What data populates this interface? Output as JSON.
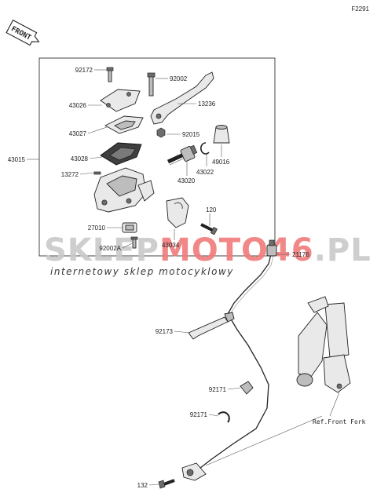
{
  "figure_code": "F2291",
  "front_badge": "FRONT",
  "ref_label": "Ref.Front Fork",
  "watermark": {
    "part1": "SKLEP",
    "part2": "MOTO",
    "part3": "46",
    "part4": ".PL",
    "tagline": "internetowy sklep motocyklowy",
    "gray": "#c9c9c9",
    "red": "#f07b7b"
  },
  "parts": [
    {
      "id": "p92172",
      "number": "92172"
    },
    {
      "id": "p92002",
      "number": "92002"
    },
    {
      "id": "p43026",
      "number": "43026"
    },
    {
      "id": "p13236",
      "number": "13236"
    },
    {
      "id": "p43027",
      "number": "43027"
    },
    {
      "id": "p92015",
      "number": "92015"
    },
    {
      "id": "p49016",
      "number": "49016"
    },
    {
      "id": "p43015",
      "number": "43015"
    },
    {
      "id": "p43028",
      "number": "43028"
    },
    {
      "id": "p43022",
      "number": "43022"
    },
    {
      "id": "p13272",
      "number": "13272"
    },
    {
      "id": "p43020",
      "number": "43020"
    },
    {
      "id": "p120",
      "number": "120"
    },
    {
      "id": "p27010",
      "number": "27010"
    },
    {
      "id": "p92002A",
      "number": "92002A"
    },
    {
      "id": "p43034",
      "number": "43034"
    },
    {
      "id": "p21176",
      "number": "21176"
    },
    {
      "id": "p92173",
      "number": "92173"
    },
    {
      "id": "p92171a",
      "number": "92171"
    },
    {
      "id": "p92171b",
      "number": "92171"
    },
    {
      "id": "p132",
      "number": "132"
    }
  ]
}
